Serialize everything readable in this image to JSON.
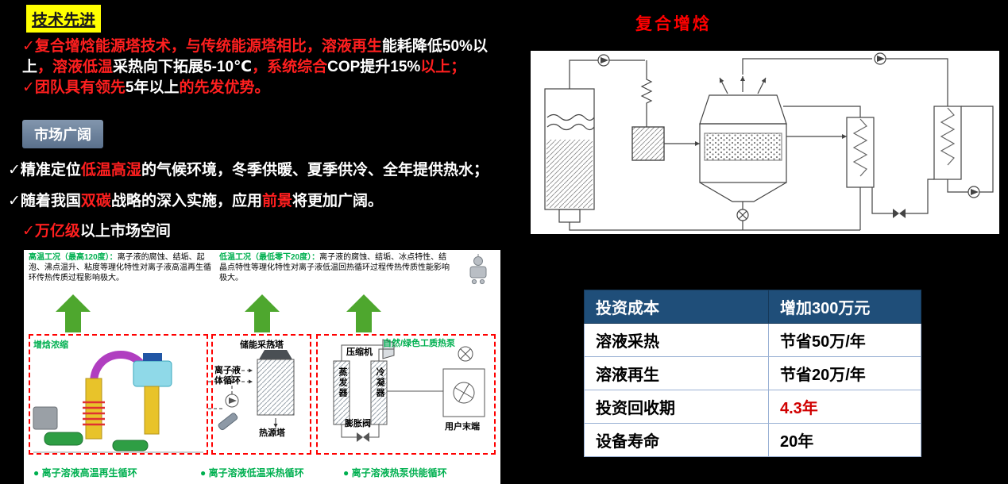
{
  "palette": {
    "red": "#ff1f1f",
    "white": "#ffffff",
    "green": "#00b050",
    "black": "#000000"
  },
  "tech": {
    "title": "技术先进",
    "bullet1": [
      {
        "t": "✓复合增焓能源塔技术，与传统能源塔相比，溶液再生",
        "c": "red"
      },
      {
        "t": "能耗降低50%以上",
        "c": "white"
      },
      {
        "t": "，溶液低温",
        "c": "red"
      },
      {
        "t": "采热向下拓展5-10℃",
        "c": "white"
      },
      {
        "t": "，系统综合",
        "c": "red"
      },
      {
        "t": "COP提升15%",
        "c": "white"
      },
      {
        "t": "以上；",
        "c": "red"
      }
    ],
    "bullet2": [
      {
        "t": "✓团队具有领先",
        "c": "red"
      },
      {
        "t": "5年以上",
        "c": "white"
      },
      {
        "t": "的先发优势。",
        "c": "red"
      }
    ]
  },
  "market": {
    "title": "市场广阔",
    "bullet1": [
      {
        "t": "✓精准定位",
        "c": "white"
      },
      {
        "t": "低温高湿",
        "c": "red"
      },
      {
        "t": "的气候环境，冬季供暖、夏季供冷、全年提供热水；",
        "c": "white"
      }
    ],
    "bullet2": [
      {
        "t": "✓随着我国",
        "c": "white"
      },
      {
        "t": "双碳",
        "c": "red"
      },
      {
        "t": "战略的深入实施，应用",
        "c": "white"
      },
      {
        "t": "前景",
        "c": "red"
      },
      {
        "t": "将更加",
        "c": "white"
      },
      {
        "t": "广阔。",
        "c": "white"
      }
    ],
    "bullet3": [
      {
        "t": "✓万亿级",
        "c": "red"
      },
      {
        "t": "以上市场空间",
        "c": "white"
      }
    ]
  },
  "diagram": {
    "high_note": [
      {
        "t": "高温工况（最高120度）：",
        "c": "green",
        "b": true
      },
      {
        "t": "离子液的腐蚀、结垢、起泡、沸点温升、粘度等理化特性对离子液高温再生循环传热传质过程影响极大。",
        "c": "black"
      }
    ],
    "low_note": [
      {
        "t": "低温工况（最低零下20度）：",
        "c": "green",
        "b": true
      },
      {
        "t": "离子液的腐蚀、结垢、冰点特性、结晶点特性等理化特性对离子液低温回热循环过程传热传质性能影响极大。",
        "c": "black"
      }
    ],
    "labels": {
      "enthalpy": "增焓浓缩",
      "storage_tower": "储能采热塔",
      "ionic_loop": "离子液体循环",
      "heat_source_tower": "热源塔",
      "compressor": "压缩机",
      "evaporator": "蒸发器",
      "condenser": "冷凝器",
      "expansion_valve": "膨胀阀",
      "user_terminal": "用户末端",
      "natural_hp": "自然/绿色工质热泵"
    },
    "legend": [
      "● 离子溶液高温再生循环",
      "● 离子溶液低温采热循环",
      "● 离子溶液热泵供能循环"
    ]
  },
  "right": {
    "title": "复合增焓",
    "table": {
      "rows": [
        {
          "label": "投资成本",
          "value": "增加300万元"
        },
        {
          "label": "溶液采热",
          "value": "节省50万/年"
        },
        {
          "label": "溶液再生",
          "value": "节省20万/年"
        },
        {
          "label": "投资回收期",
          "value": "4.3年"
        },
        {
          "label": "设备寿命",
          "value": "20年"
        }
      ]
    }
  }
}
